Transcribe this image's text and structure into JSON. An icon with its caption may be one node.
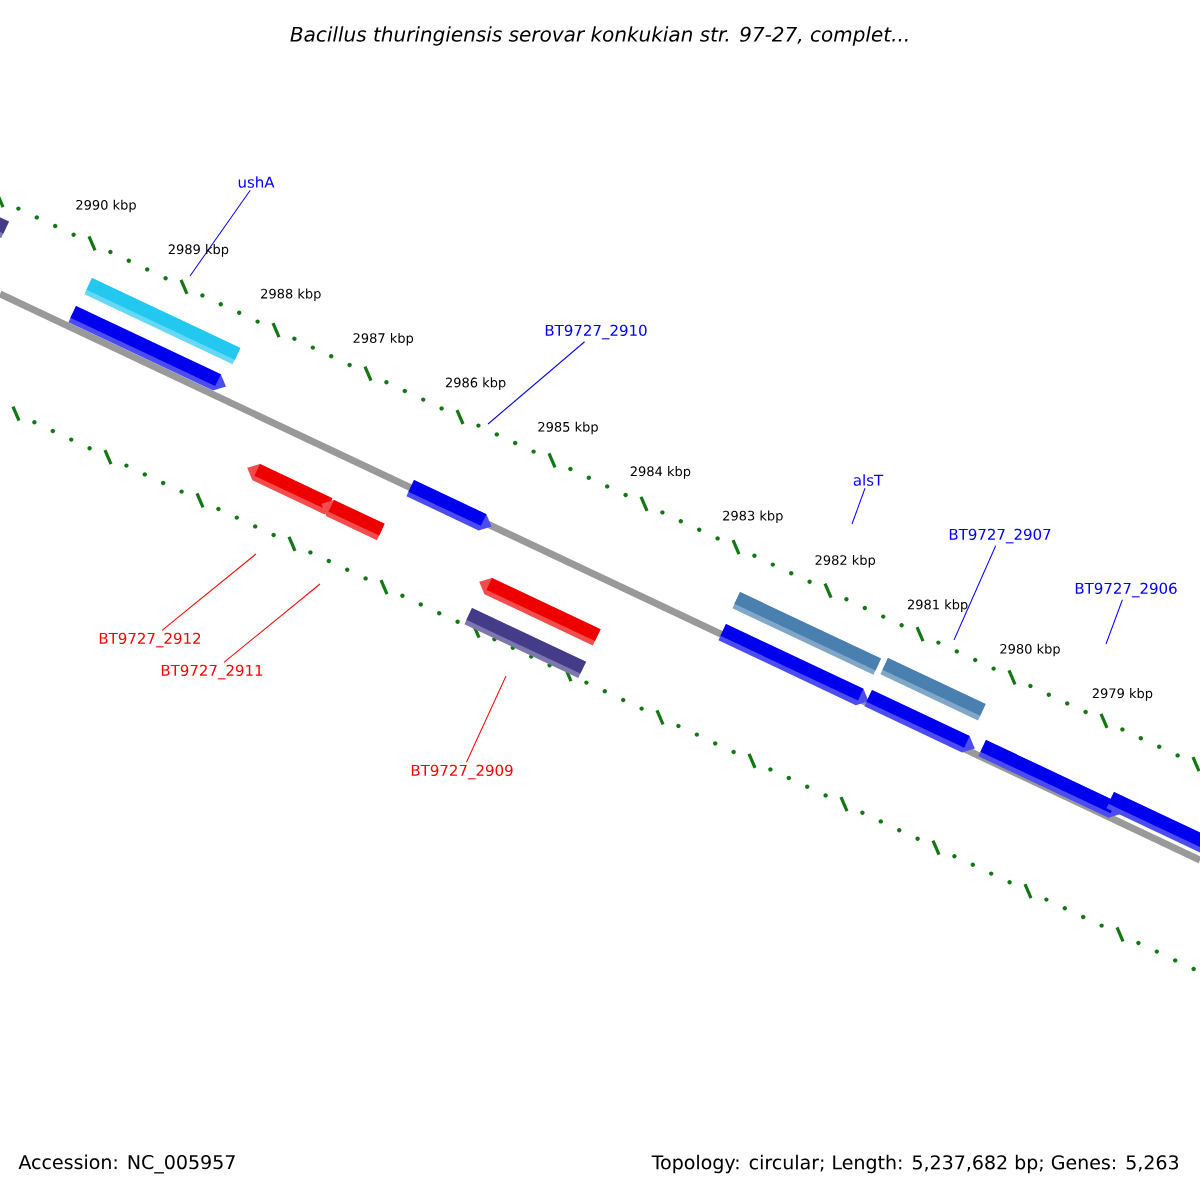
{
  "diagram": {
    "title": "Bacillus thuringiensis serovar konkukian str. 97-27, complet...",
    "nodes": [
      {
        "text": [
          "ushA"
        ]
      },
      {
        "text": [
          "BT9727_2910"
        ]
      },
      {
        "text": [
          "alsT"
        ]
      },
      {
        "text": [
          "BT9727_2907"
        ]
      },
      {
        "text": [
          "BT9727_2906"
        ]
      },
      {
        "text": [
          "BT9727_2912"
        ]
      },
      {
        "text": [
          "BT9727_2911"
        ]
      },
      {
        "text": [
          "BT9727_2909"
        ]
      }
    ],
    "edges": [
      {
        "from": 0,
        "to": null,
        "arrow": "none"
      },
      {
        "from": 1,
        "to": null,
        "arrow": "none"
      },
      {
        "from": 2,
        "to": null,
        "arrow": "none"
      },
      {
        "from": 3,
        "to": null,
        "arrow": "none"
      },
      {
        "from": 4,
        "to": null,
        "arrow": "none"
      },
      {
        "from": 5,
        "to": null,
        "arrow": "none",
        "color": "#ff0000"
      },
      {
        "from": 6,
        "to": null,
        "arrow": "none",
        "color": "#ff0000"
      },
      {
        "from": 7,
        "to": null,
        "arrow": "none",
        "color": "#ff0000"
      }
    ],
    "labels": [
      "2990 kbp",
      "2989 kbp",
      "2988 kbp",
      "2987 kbp",
      "2986 kbp",
      "2985 kbp",
      "2984 kbp",
      "2983 kbp",
      "2982 kbp",
      "2981 kbp",
      "2980 kbp",
      "2979 kbp",
      "Accession: NC_005957",
      "Topology: circular; Length: 5,237,682 bp; Genes: 5,263"
    ]
  }
}
